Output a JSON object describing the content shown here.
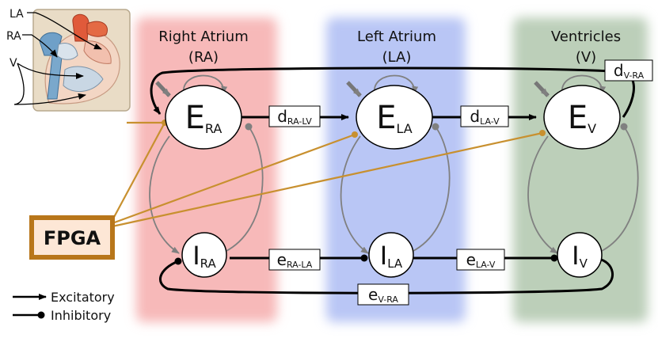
{
  "regions": {
    "ra": {
      "title": "Right Atrium",
      "abbr": "(RA)"
    },
    "la": {
      "title": "Left Atrium",
      "abbr": "(LA)"
    },
    "v": {
      "title": "Ventricles",
      "abbr": "(V)"
    }
  },
  "heart_labels": {
    "la": "LA",
    "ra": "RA",
    "v": "V"
  },
  "nodes": {
    "e_ra": {
      "main": "E",
      "sub": "RA"
    },
    "e_la": {
      "main": "E",
      "sub": "LA"
    },
    "e_v": {
      "main": "E",
      "sub": "V"
    },
    "i_ra": {
      "main": "I",
      "sub": "RA"
    },
    "i_la": {
      "main": "I",
      "sub": "LA"
    },
    "i_v": {
      "main": "I",
      "sub": "V"
    }
  },
  "edge_labels": {
    "d_ra_lv": {
      "main": "d",
      "sub": "RA-LV"
    },
    "d_la_v": {
      "main": "d",
      "sub": "LA-V"
    },
    "d_v_ra": {
      "main": "d",
      "sub": "V-RA"
    },
    "e_ra_la": {
      "main": "e",
      "sub": "RA-LA"
    },
    "e_la_v": {
      "main": "e",
      "sub": "LA-V"
    },
    "e_v_ra": {
      "main": "e",
      "sub": "V-RA"
    }
  },
  "fpga": {
    "label": "FPGA"
  },
  "legend": {
    "excitatory": "Excitatory",
    "inhibitory": "Inhibitory"
  },
  "colors": {
    "ra_region": "#f7b9b9",
    "la_region": "#b9c6f5",
    "v_region": "#bccfb9",
    "fpga_border": "#b8761a",
    "fpga_fill": "#fde7d6",
    "fpga_wire": "#c8902f",
    "self_loop": "#808080",
    "stimulus_arrow": "#777777"
  }
}
